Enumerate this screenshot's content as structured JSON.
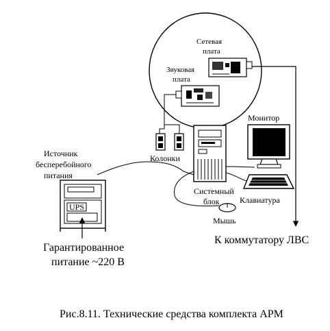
{
  "labels": {
    "network_card": [
      "Сетевая",
      "плата"
    ],
    "sound_card": [
      "Звуковая",
      "плата"
    ],
    "monitor": "Монитор",
    "speakers": "Колонки",
    "ups_source": [
      "Источник",
      "бесперебойного",
      "питания"
    ],
    "ups_box": "UPS",
    "system_unit": [
      "Системный",
      "блок"
    ],
    "keyboard": "Клавиатура",
    "mouse": "Мышь",
    "switch": "К коммутатору ЛВС",
    "power": [
      "Гарантированное",
      "питание ~220 В"
    ]
  },
  "caption": "Рис.8.11. Технические средства комплекта АРМ"
}
